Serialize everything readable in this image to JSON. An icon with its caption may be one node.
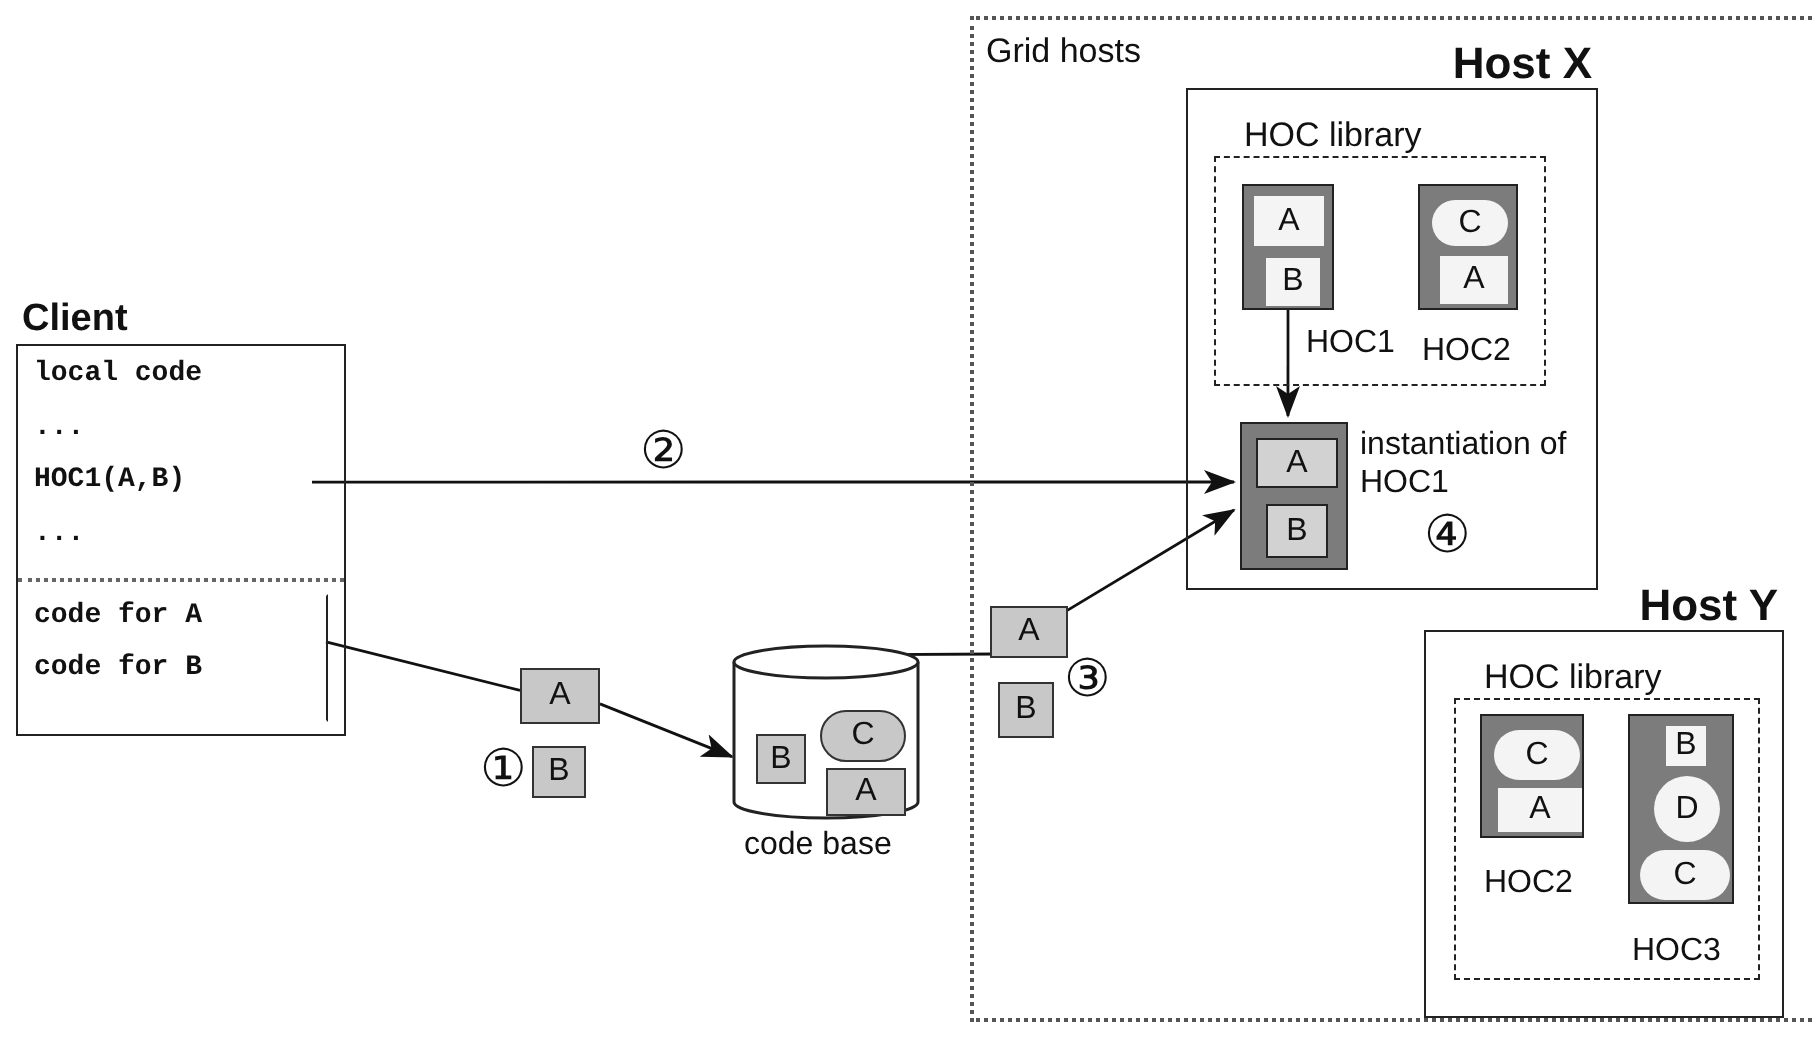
{
  "diagram": {
    "nodes": [
      {
        "text": [
          "Client"
        ]
      },
      {
        "text": [
          "local code",
          "...",
          "HOC1(A,B)",
          "..."
        ],
        "in": 0
      },
      {
        "text": [
          "code for A",
          "code for B"
        ],
        "in": 0
      },
      {
        "text": [
          "A"
        ]
      },
      {
        "text": [
          "B"
        ]
      },
      {
        "text": [],
        "shape": "cylinder",
        "beside": [
          "code base"
        ]
      },
      {
        "text": [
          "B"
        ],
        "in": 5
      },
      {
        "text": [
          "C"
        ],
        "in": 5
      },
      {
        "text": [
          "A"
        ],
        "in": 5
      },
      {
        "text": [
          "A"
        ],
        "in": 11
      },
      {
        "text": [
          "B"
        ],
        "in": 11
      },
      {
        "text": [
          "Grid hosts"
        ]
      },
      {
        "text": [
          "Host X"
        ],
        "in": 11
      },
      {
        "text": [
          "HOC library"
        ],
        "in": 12
      },
      {
        "text": [],
        "shape": "box",
        "beside": [
          "HOC1"
        ],
        "in": 13
      },
      {
        "text": [
          "A"
        ],
        "in": 14
      },
      {
        "text": [
          "B"
        ],
        "in": 14
      },
      {
        "text": [],
        "shape": "box",
        "beside": [
          "HOC2"
        ],
        "in": 13
      },
      {
        "text": [
          "C"
        ],
        "in": 17
      },
      {
        "text": [
          "A"
        ],
        "in": 17
      },
      {
        "text": [],
        "shape": "box",
        "beside": [
          "instantiation of HOC1"
        ],
        "in": 12
      },
      {
        "text": [
          "A"
        ],
        "in": 20
      },
      {
        "text": [
          "B"
        ],
        "in": 20
      },
      {
        "text": [
          "Host Y"
        ],
        "in": 11
      },
      {
        "text": [
          "HOC library"
        ],
        "in": 23
      },
      {
        "text": [],
        "shape": "box",
        "beside": [
          "HOC2"
        ],
        "in": 24
      },
      {
        "text": [
          "C"
        ],
        "in": 25
      },
      {
        "text": [
          "A"
        ],
        "in": 25
      },
      {
        "text": [],
        "shape": "box",
        "beside": [
          "HOC3"
        ],
        "in": 24
      },
      {
        "text": [
          "B"
        ],
        "in": 28
      },
      {
        "text": [
          "D"
        ],
        "in": 28
      },
      {
        "text": [
          "C"
        ],
        "in": 28
      }
    ],
    "edges": [
      {
        "from": 1,
        "to": 20,
        "arrow": "to"
      },
      {
        "from": 2,
        "to": 3,
        "arrow": "none"
      },
      {
        "from": 3,
        "to": 5,
        "arrow": "to"
      },
      {
        "from": 5,
        "to": 9,
        "arrow": "none"
      },
      {
        "from": 9,
        "to": 20,
        "arrow": "to"
      },
      {
        "from": 14,
        "to": 20,
        "arrow": "to"
      }
    ],
    "labels": [
      "①",
      "②",
      "③",
      "④"
    ]
  }
}
